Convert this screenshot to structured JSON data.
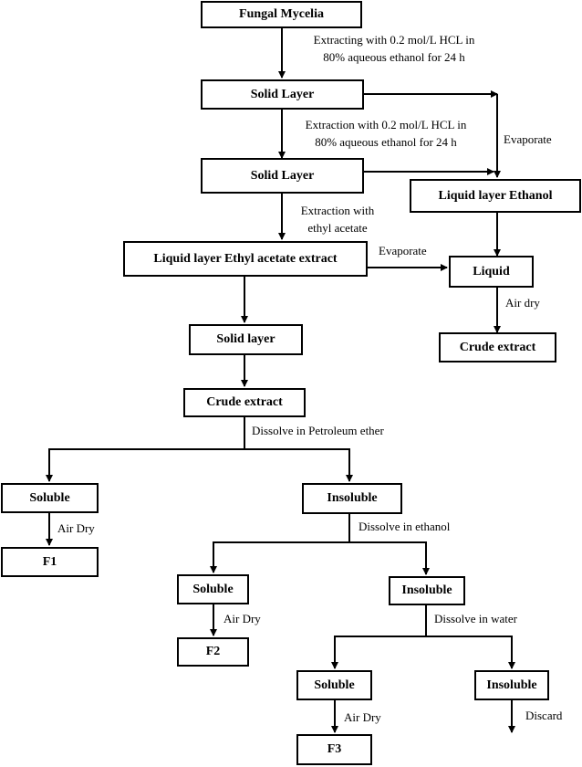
{
  "nodes": {
    "fungal_mycelia": "Fungal Mycelia",
    "solid_layer_1": "Solid Layer",
    "solid_layer_2": "Solid Layer",
    "liquid_layer_ethanol": "Liquid layer Ethanol",
    "liquid_layer_ethyl_acetate": "Liquid layer Ethyl acetate extract",
    "liquid": "Liquid",
    "crude_extract_right": "Crude extract",
    "solid_layer_3": "Solid layer",
    "crude_extract_center": "Crude extract",
    "soluble_1": "Soluble",
    "insoluble_1": "Insoluble",
    "f1": "F1",
    "soluble_2": "Soluble",
    "insoluble_2": "Insoluble",
    "f2": "F2",
    "soluble_3": "Soluble",
    "insoluble_3": "Insoluble",
    "f3": "F3"
  },
  "edge_labels": {
    "extract_1_line1": "Extracting with 0.2 mol/L HCL in",
    "extract_1_line2": "80% aqueous ethanol for 24 h",
    "extract_2_line1": "Extraction with 0.2 mol/L HCL in",
    "extract_2_line2": "80% aqueous ethanol for 24 h",
    "evaporate_1": "Evaporate",
    "extract_ea_line1": "Extraction with",
    "extract_ea_line2": "ethyl acetate",
    "evaporate_2": "Evaporate",
    "air_dry_lower": "Air dry",
    "dissolve_petroleum": "Dissolve in Petroleum ether",
    "air_dry_1": "Air Dry",
    "dissolve_ethanol": "Dissolve in ethanol",
    "air_dry_2": "Air Dry",
    "dissolve_water": "Dissolve in water",
    "air_dry_3": "Air Dry",
    "discard": "Discard"
  }
}
